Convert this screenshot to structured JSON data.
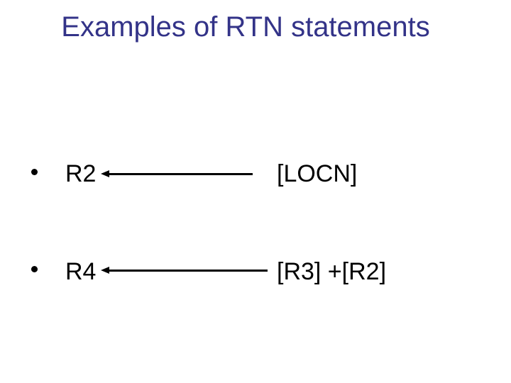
{
  "slide": {
    "title": "Examples of RTN statements",
    "colors": {
      "background": "#ffffff",
      "title_text": "#333388",
      "body_text": "#000000",
      "arrow": "#000000"
    },
    "bullets": [
      {
        "marker": "bullet-dot",
        "register": "R2",
        "arrow_icon": "left-arrow",
        "expression": "[LOCN]"
      },
      {
        "marker": "bullet-dot",
        "register": "R4",
        "arrow_icon": "left-arrow",
        "expression": "[R3] +[R2]"
      }
    ]
  }
}
